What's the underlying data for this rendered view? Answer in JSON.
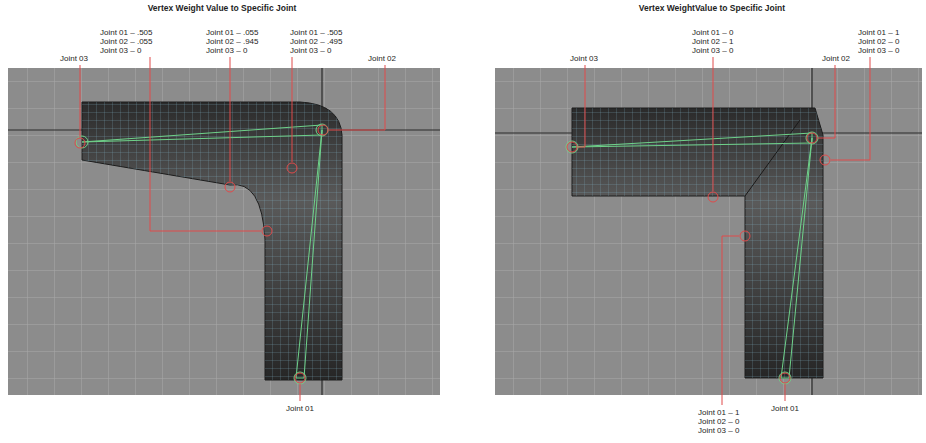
{
  "diagram": {
    "labels": [
      "Vertex Weight Value to Specific Joint",
      "Joint 01 – .505",
      "Joint 02 – .055",
      "Joint 03 – 0",
      "Joint 01 – .055",
      "Joint 02 – .945",
      "Joint 03 – 0",
      "Joint 01 – .505",
      "Joint 02 – .495",
      "Joint 03 – 0",
      "Joint 03",
      "Joint 02",
      "Joint 01",
      "Vertex WeightValue to Specific Joint",
      "Joint 01 – 0",
      "Joint 02 – 1",
      "Joint 03 – 0",
      "Joint 01 – 1",
      "Joint 02 – 0",
      "Joint 03 – 0",
      "Joint 03",
      "Joint 02",
      "Joint 01 – 1",
      "Joint 02 – 0",
      "Joint 03 – 0",
      "Joint 01"
    ]
  }
}
